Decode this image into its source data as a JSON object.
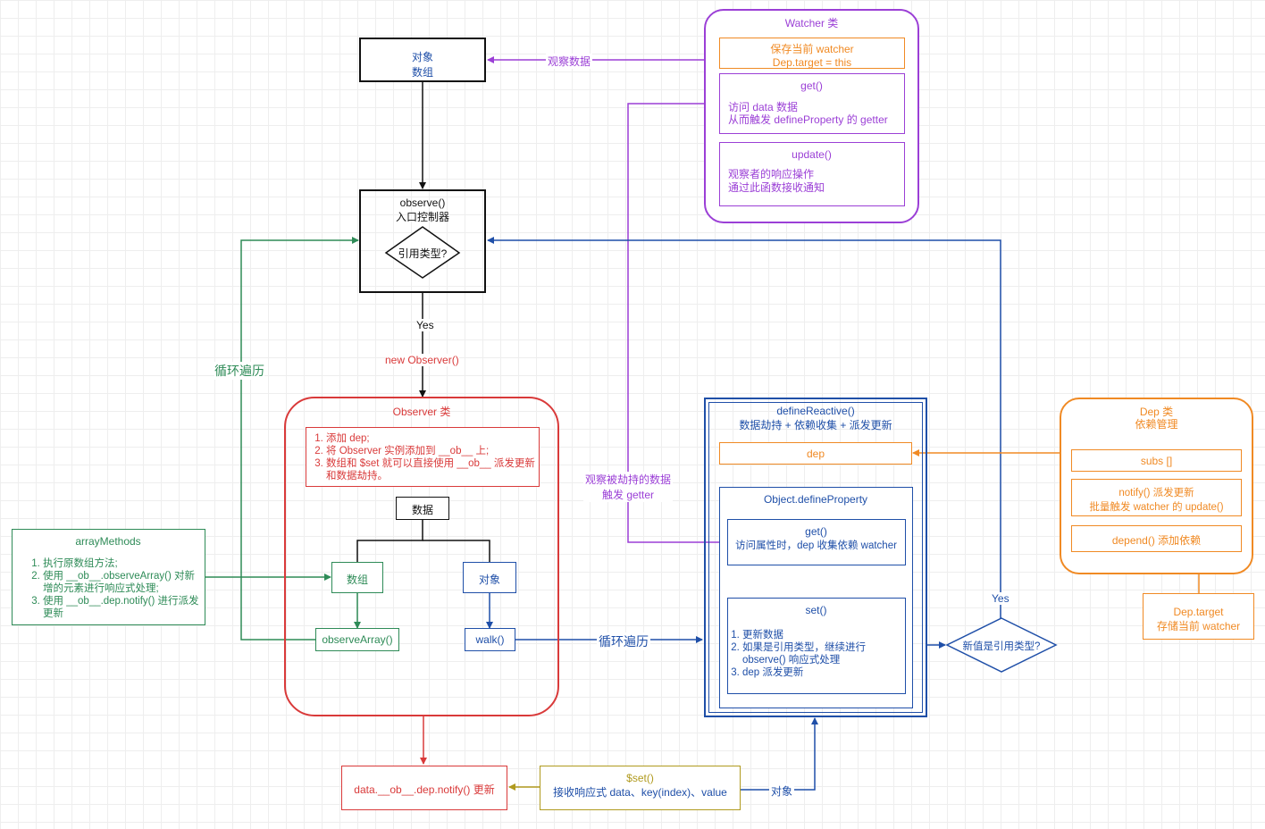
{
  "colors": {
    "black": "#111111",
    "blue": "#1f4fa8",
    "green": "#2e8b57",
    "red": "#d93a3a",
    "purple": "#9b3fd6",
    "orange": "#f08a24",
    "olive": "#b09a1e"
  },
  "nodes": {
    "top_object": {
      "line1": "对象",
      "line2": "数组"
    },
    "observe": {
      "line1": "observe()",
      "line2": "入口控制器"
    },
    "ref_diamond": "引用类型?",
    "observer_class": {
      "title": "Observer 类",
      "steps": [
        "添加 dep;",
        "将 Observer 实例添加到 __ob__ 上;",
        "数组和 $set 就可以直接使用 __ob__ 派发更新和数据劫持。"
      ],
      "data_label": "数据",
      "array_label": "数组",
      "object_label": "对象",
      "observe_array": "observeArray()",
      "walk": "walk()"
    },
    "array_methods": {
      "title": "arrayMethods",
      "steps": [
        "执行原数组方法;",
        "使用 __ob__.observeArray() 对新增的元素进行响应式处理;",
        "使用 __ob__.dep.notify() 进行派发更新"
      ]
    },
    "watcher_class": {
      "title": "Watcher 类",
      "save_line1": "保存当前 watcher",
      "save_line2": "Dep.target = this",
      "get_title": "get()",
      "get_line1": "访问 data 数据",
      "get_line2": "从而触发 defineProperty 的 getter",
      "update_title": "update()",
      "update_line1": "观察者的响应操作",
      "update_line2": "通过此函数接收通知"
    },
    "define_reactive": {
      "title": "defineReactive()",
      "subtitle": "数据劫持 + 依赖收集 + 派发更新",
      "dep": "dep",
      "define_property": "Object.defineProperty",
      "get_title": "get()",
      "get_line": "访问属性时，dep 收集依赖 watcher",
      "set_title": "set()",
      "set_steps": [
        "更新数据",
        "如果是引用类型，继续进行 observe() 响应式处理",
        "dep 派发更新"
      ]
    },
    "dep_class": {
      "title": "Dep 类",
      "subtitle": "依赖管理",
      "subs": "subs []",
      "notify_line1": "notify() 派发更新",
      "notify_line2": "批量触发 watcher 的 update()",
      "depend": "depend() 添加依赖"
    },
    "dep_target": {
      "line1": "Dep.target",
      "line2": "存储当前 watcher"
    },
    "new_value_diamond": "新值是引用类型?",
    "notify_box": "data.__ob__.dep.notify() 更新",
    "set_box": {
      "title": "$set()",
      "line": "接收响应式 data、key(index)、value"
    }
  },
  "edge_labels": {
    "observe_data": "观察数据",
    "yes_1": "Yes",
    "new_observer": "new Observer()",
    "loop_traverse_1": "循环遍历",
    "loop_traverse_2": "循环遍历",
    "observed_getter_1": "观察被劫持的数据",
    "observed_getter_2": "触发 getter",
    "yes_2": "Yes",
    "object_edge": "对象"
  }
}
